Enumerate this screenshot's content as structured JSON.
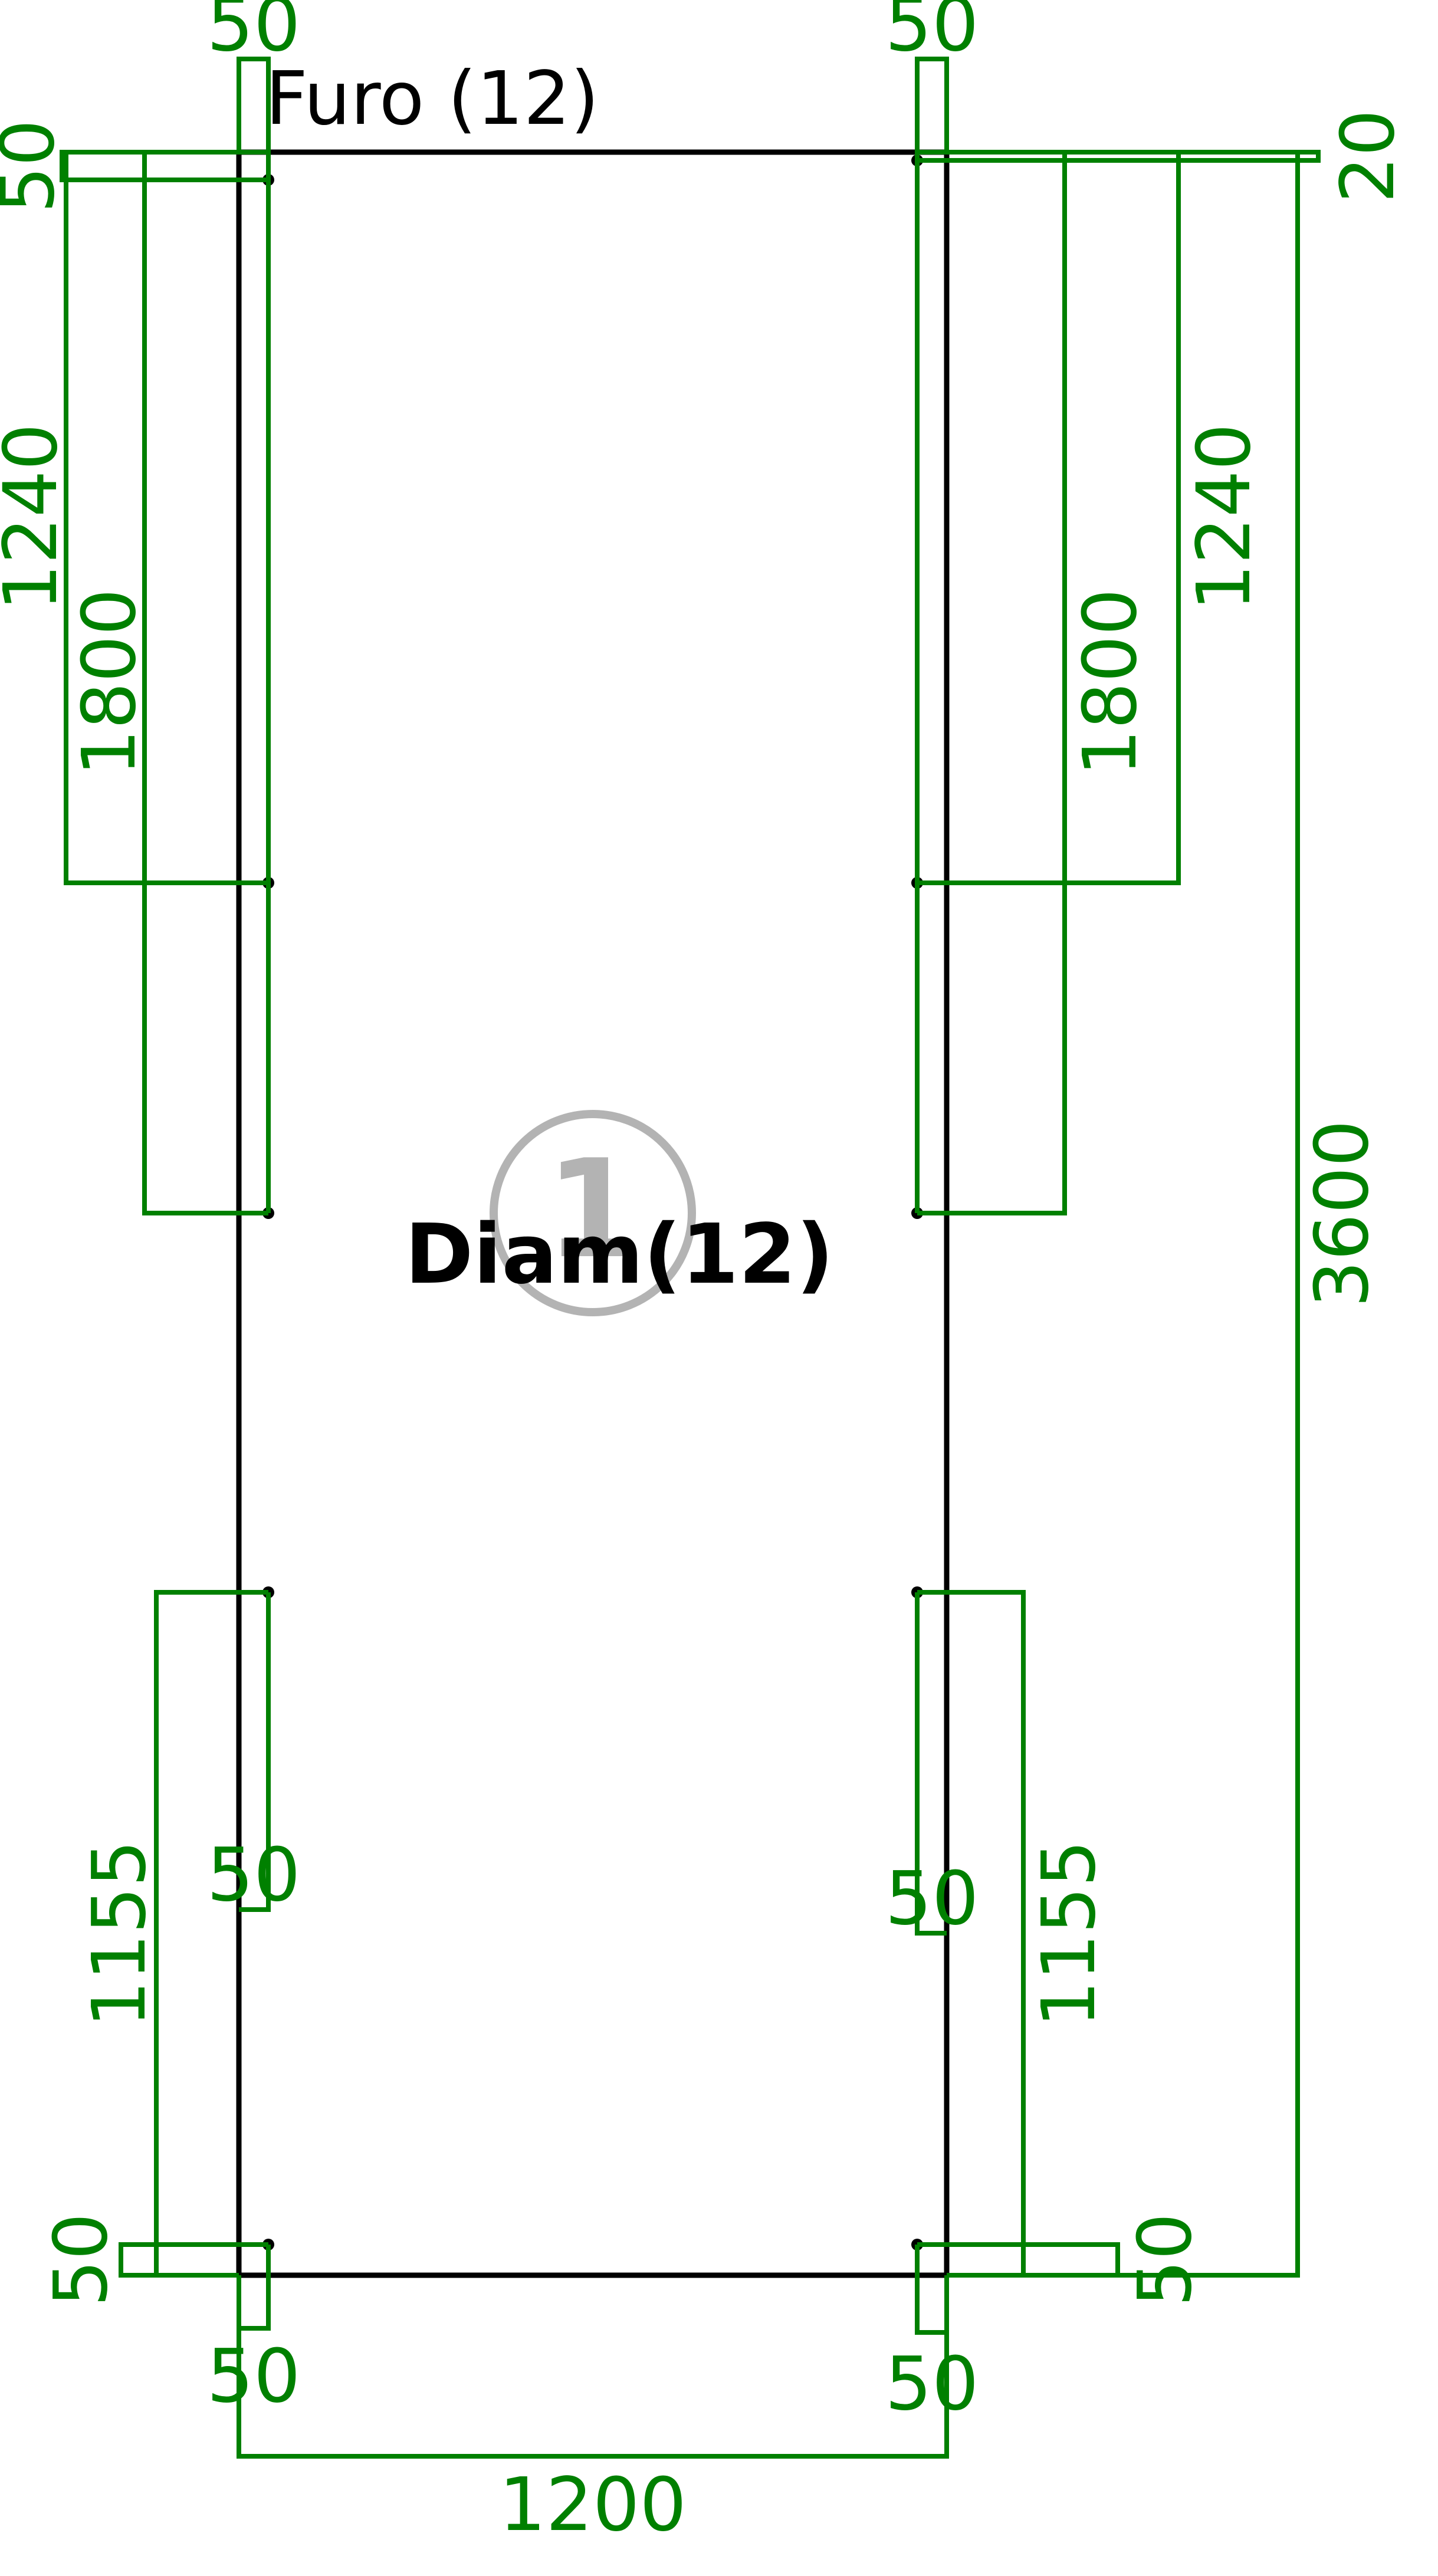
{
  "labels": {
    "hole_label": "Furo (12)",
    "diameter_label": "Diam(12)",
    "badge_number": "1"
  },
  "dimensions": {
    "top_left_hole_width": "50",
    "top_right_hole_width": "50",
    "left_top_offset": "50",
    "right_top_offset": "20",
    "left_outer_vertical": "1240",
    "left_inner_vertical": "1800",
    "right_inner_vertical": "1800",
    "right_outer_vertical": "1240",
    "overall_height": "3600",
    "left_lower_vertical": "1155",
    "right_lower_vertical": "1155",
    "left_lower_hole_width": "50",
    "right_lower_hole_width": "50",
    "left_bottom_offset": "50",
    "right_bottom_offset": "50",
    "bottom_left_hole_width": "50",
    "bottom_right_hole_width": "50",
    "overall_width": "1200"
  },
  "colors": {
    "dimension": "#008000",
    "outline": "#000000",
    "badge": "#b3b3b3"
  }
}
